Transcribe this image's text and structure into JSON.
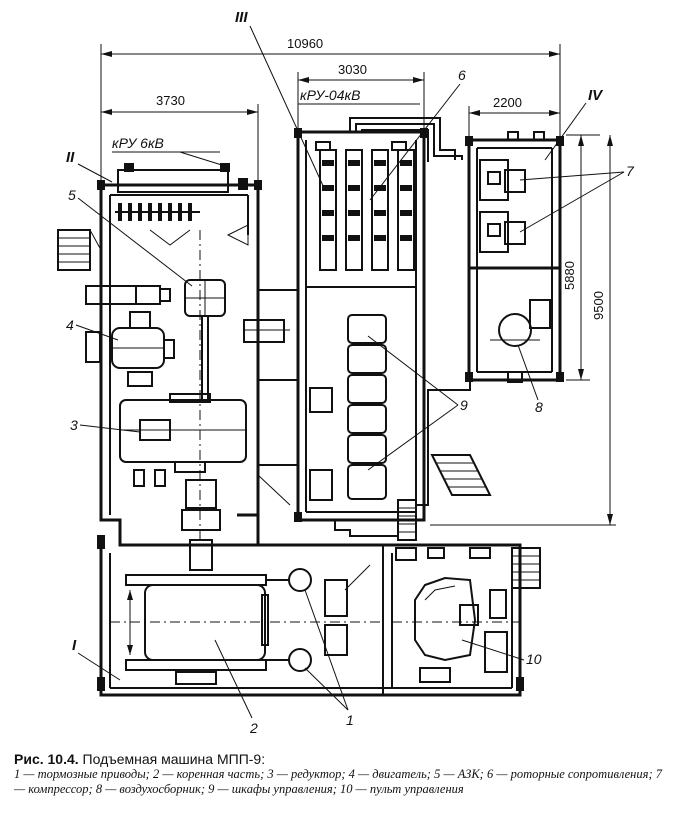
{
  "dimensions": {
    "overall": "10960",
    "left_block": "3730",
    "mid_block": "3030",
    "right_block": "2200",
    "height_right": "5880",
    "height_total": "9500"
  },
  "labels": {
    "kru6": "кРУ 6кВ",
    "kru04": "кРУ-04кВ"
  },
  "room_numerals": {
    "r1": "I",
    "r2": "II",
    "r3": "III",
    "r4": "IV"
  },
  "callouts": {
    "c1": "1",
    "c2": "2",
    "c3": "3",
    "c4": "4",
    "c5": "5",
    "c6": "6",
    "c7": "7",
    "c8": "8",
    "c9": "9",
    "c10": "10"
  },
  "caption": {
    "prefix": "Рис. 10.4.",
    "title": "Подъемная машина МПП-9:",
    "legend": "1 — тормозные приводы; 2 — коренная часть; 3 — редуктор; 4 — двигатель; 5 — АЗК; 6 — роторные сопротивления; 7 — компрессор; 8 — воздухосборник; 9 — шкафы управления; 10 — пульт управления"
  }
}
